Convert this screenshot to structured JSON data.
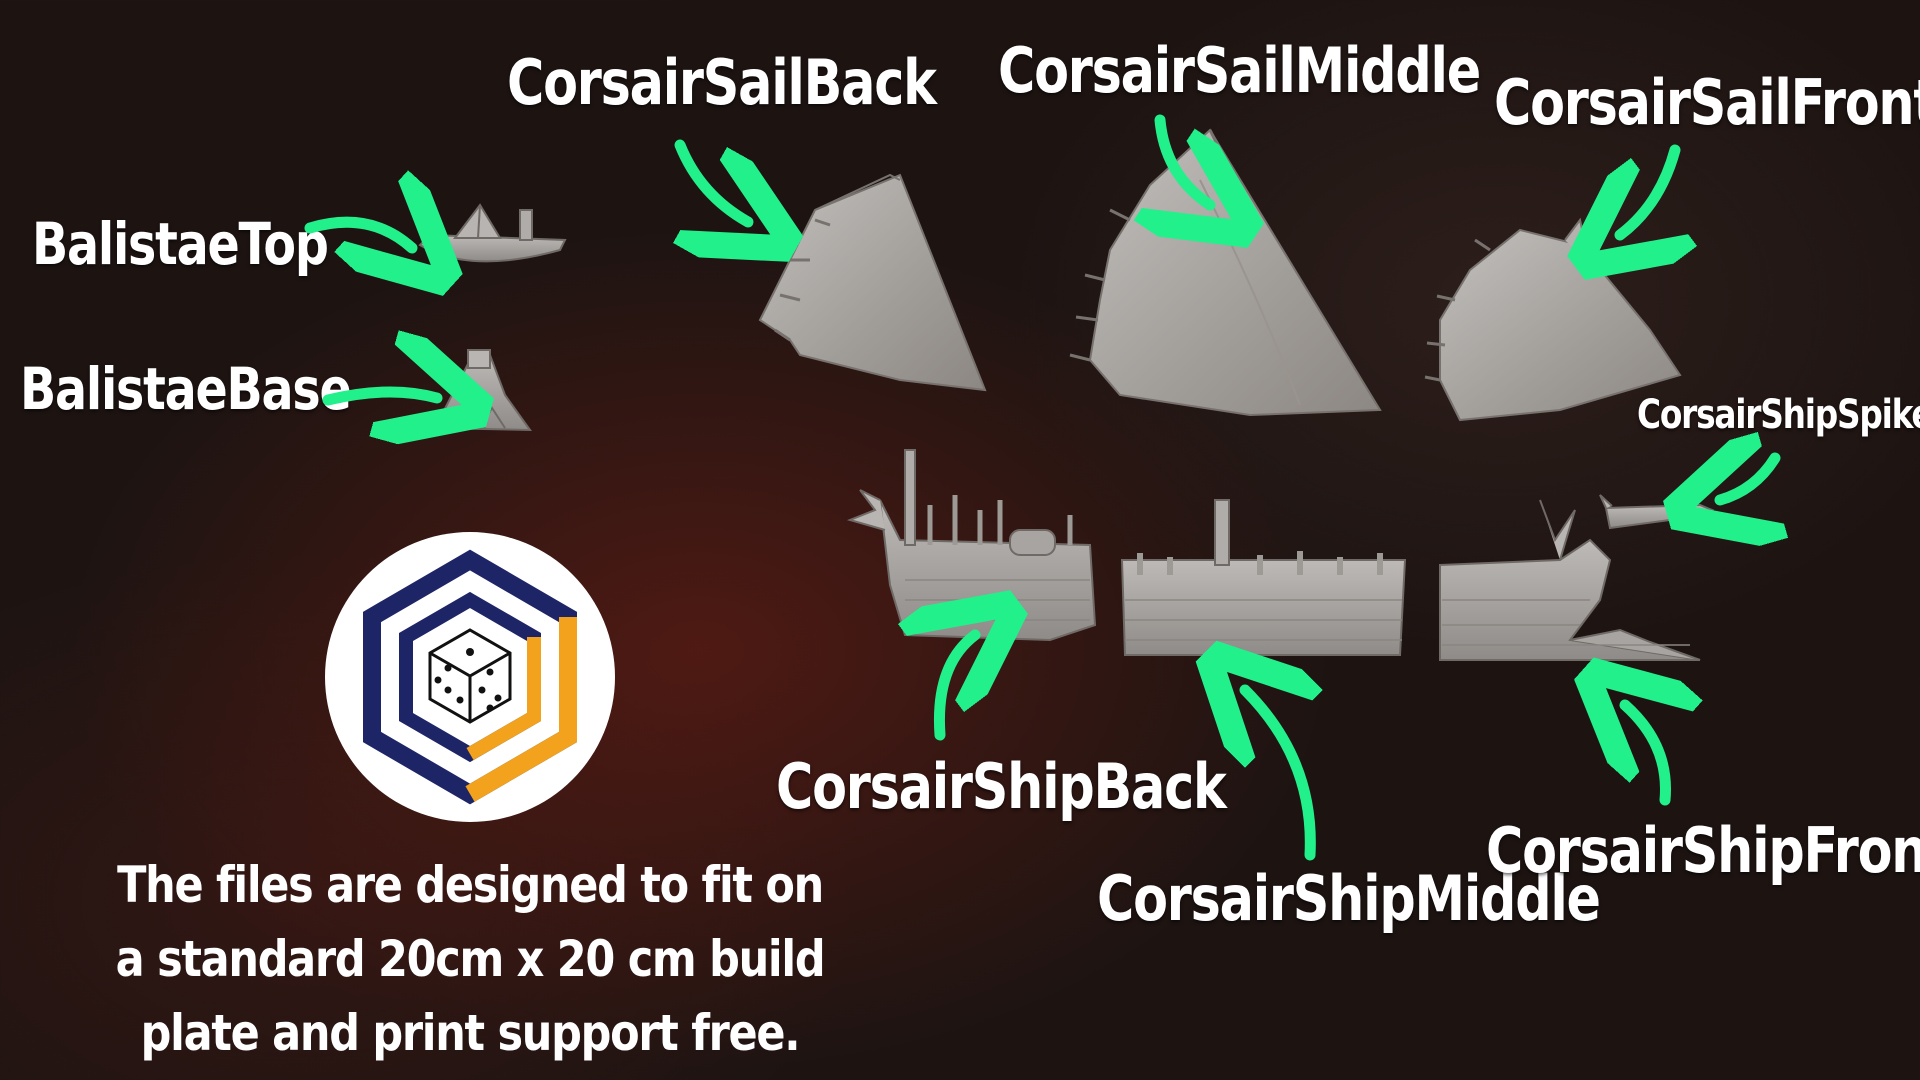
{
  "labels": {
    "sail_back": "CorsairSailBack",
    "sail_middle": "CorsairSailMiddle",
    "sail_front": "CorsairSailFront",
    "balistae_top": "BalistaeTop",
    "balistae_base": "BalistaeBase",
    "ship_spike": "CorsairShipSpike",
    "ship_back": "CorsairShipBack",
    "ship_middle": "CorsairShipMiddle",
    "ship_front": "CorsairShipFront"
  },
  "caption": "The files are designed to fit on a standard 20cm x 20 cm build plate and print support free.",
  "colors": {
    "arrow": "#22f08a",
    "model": "#a9a6a4",
    "logo_navy": "#1e2566",
    "logo_orange": "#f2a21d"
  },
  "icons": [
    "curved-arrow-icon",
    "dice-logo-icon"
  ]
}
